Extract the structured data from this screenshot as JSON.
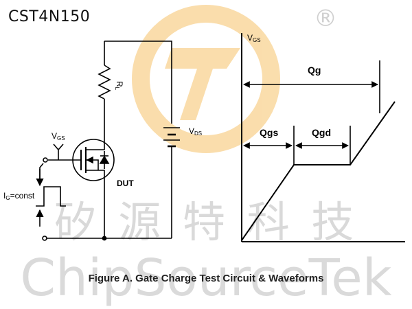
{
  "header": {
    "part_number": "CST4N150"
  },
  "watermark": {
    "chinese_text": "矽 源 特 科 技",
    "english_text": "ChipSourceTek",
    "registered_mark": "®",
    "logo_icon": "chipsourcetek-logo-icon",
    "color": "#d7d7d7",
    "logo_color": "#f6c36a"
  },
  "circuit": {
    "vgs_label": "V",
    "vgs_sub": "GS",
    "rl_label": "R",
    "rl_sub": "L",
    "vds_label": "V",
    "vds_sub": "DS",
    "ig_label": "I",
    "ig_sub": "G",
    "ig_suffix": "=const",
    "dut_label": "DUT",
    "icons": [
      "resistor-icon",
      "mosfet-icon",
      "diode-icon",
      "battery-icon",
      "pulse-icon",
      "antenna-icon"
    ]
  },
  "waveform": {
    "axis_label": "V",
    "axis_sub": "GS",
    "qg_label": "Qg",
    "qgs_label": "Qgs",
    "qgd_label": "Qgd"
  },
  "caption": {
    "text": "Figure A. Gate Charge Test Circuit & Waveforms"
  }
}
